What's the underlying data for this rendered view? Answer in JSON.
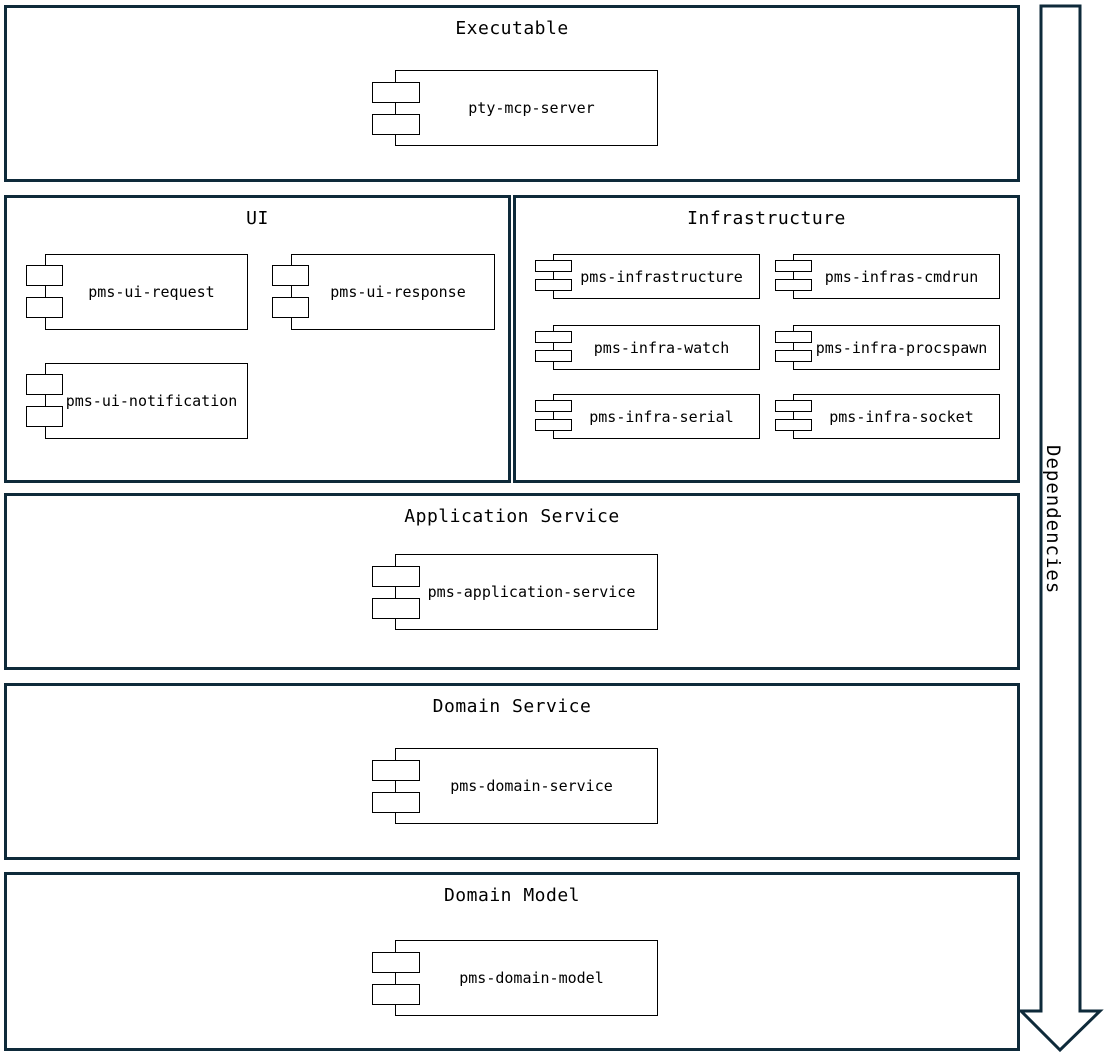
{
  "layers": {
    "executable": {
      "title": "Executable",
      "components": [
        "pty-mcp-server"
      ]
    },
    "ui": {
      "title": "UI",
      "components": [
        "pms-ui-request",
        "pms-ui-response",
        "pms-ui-notification"
      ]
    },
    "infrastructure": {
      "title": "Infrastructure",
      "components": [
        "pms-infrastructure",
        "pms-infras-cmdrun",
        "pms-infra-watch",
        "pms-infra-procspawn",
        "pms-infra-serial",
        "pms-infra-socket"
      ]
    },
    "application_service": {
      "title": "Application Service",
      "components": [
        "pms-application-service"
      ]
    },
    "domain_service": {
      "title": "Domain Service",
      "components": [
        "pms-domain-service"
      ]
    },
    "domain_model": {
      "title": "Domain Model",
      "components": [
        "pms-domain-model"
      ]
    }
  },
  "dependencies_label": "Dependencies",
  "colors": {
    "layer_border": "#0e2a3a",
    "component_border": "#000000"
  }
}
